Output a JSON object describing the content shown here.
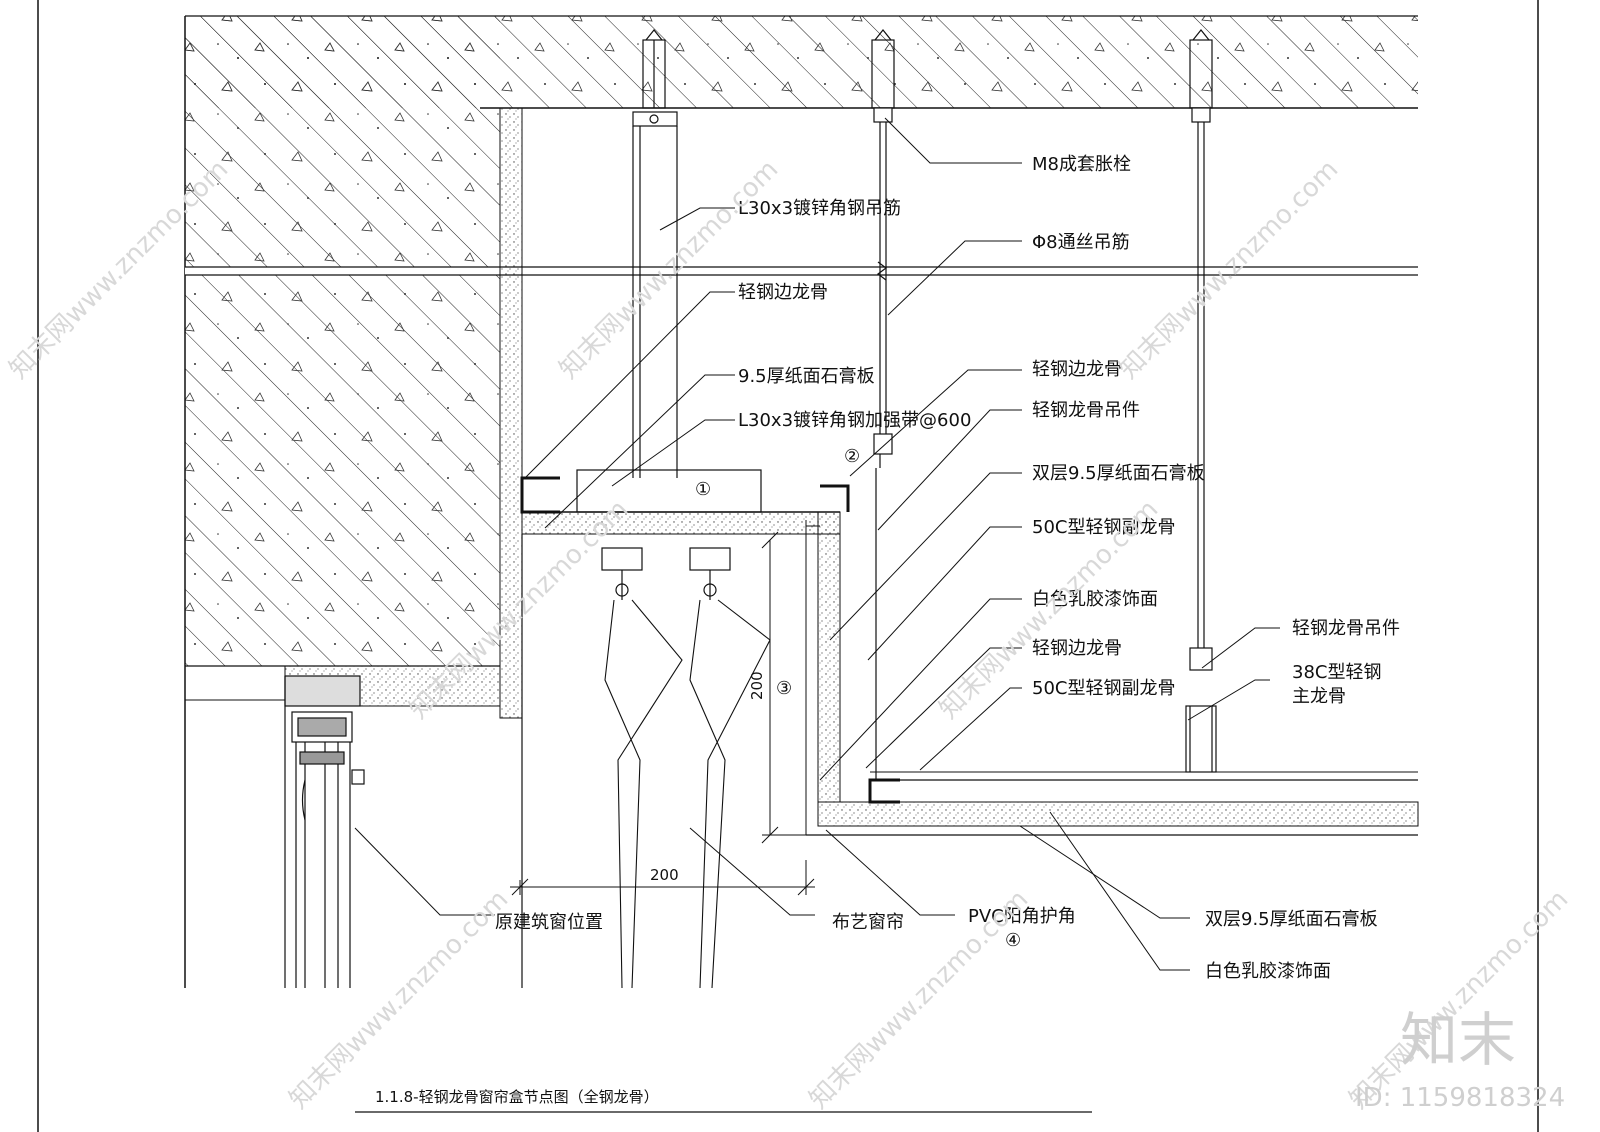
{
  "labels": {
    "m8_anchor": "M8成套胀栓",
    "l30_hanger": "L30x3镀锌角钢吊筋",
    "phi8_rod": "Φ8通丝吊筋",
    "edge_keel_1": "轻钢边龙骨",
    "gypsum_95": "9.5厚纸面石膏板",
    "l30_strip": "L30x3镀锌角钢加强带@600",
    "edge_keel_2": "轻钢边龙骨",
    "keel_hanger_1": "轻钢龙骨吊件",
    "double_gypsum_1": "双层9.5厚纸面石膏板",
    "c50_keel_1": "50C型轻钢副龙骨",
    "latex_paint_1": "白色乳胶漆饰面",
    "edge_keel_3": "轻钢边龙骨",
    "c50_keel_2": "50C型轻钢副龙骨",
    "keel_hanger_2": "轻钢龙骨吊件",
    "c38_line1": "38C型轻钢",
    "c38_line2": "主龙骨",
    "window_pos": "原建筑窗位置",
    "curtain": "布艺窗帘",
    "pvc_corner": "PVC阳角护角",
    "double_gypsum_2": "双层9.5厚纸面石膏板",
    "latex_paint_2": "白色乳胶漆饰面"
  },
  "markers": {
    "m1": "①",
    "m2": "②",
    "m3": "③",
    "m4": "④"
  },
  "dimensions": {
    "vertical": "200",
    "horizontal": "200"
  },
  "title": "1.1.8-轻钢龙骨窗帘盒节点图（全钢龙骨）",
  "watermark": {
    "text": "知末网www.znzmo.com",
    "logo": "知末",
    "id": "ID: 1159818324"
  }
}
